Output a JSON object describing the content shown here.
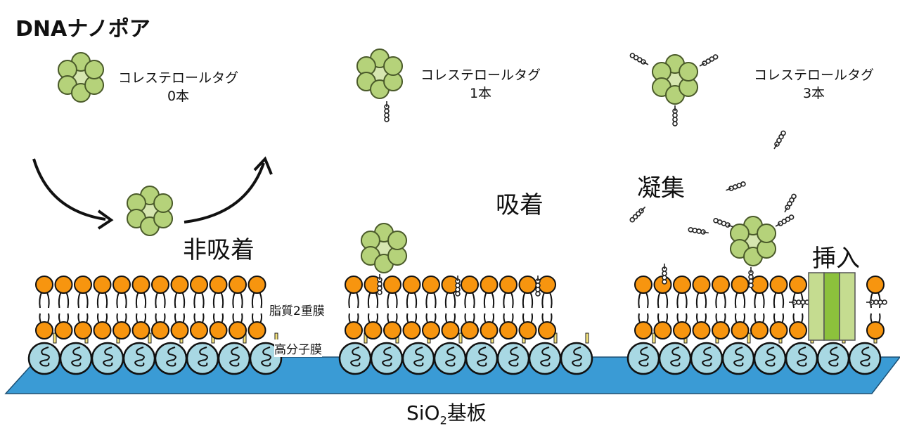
{
  "title": "DNAナノポア",
  "tag_label": "コレステロールタグ",
  "variants": [
    {
      "count": "0本"
    },
    {
      "count": "1本"
    },
    {
      "count": "3本"
    }
  ],
  "labels": {
    "non_adsorption": "非吸着",
    "adsorption": "吸着",
    "aggregation": "凝集",
    "insertion": "挿入",
    "lipid_bilayer": "脂質2重膜",
    "polymer_film": "高分子膜",
    "substrate_main": "SiO",
    "substrate_sub": "2",
    "substrate_suffix": "基板"
  },
  "colors": {
    "lipid_head": "#f7950f",
    "pore": "#b5d27a",
    "pore_center": "#d6e6b0",
    "pore_stroke": "#4a5a2a",
    "polymer": "#a8d8e3",
    "substrate": "#3a9bd5",
    "channel_light": "#c5dc90",
    "channel_dark": "#8cc13c"
  }
}
